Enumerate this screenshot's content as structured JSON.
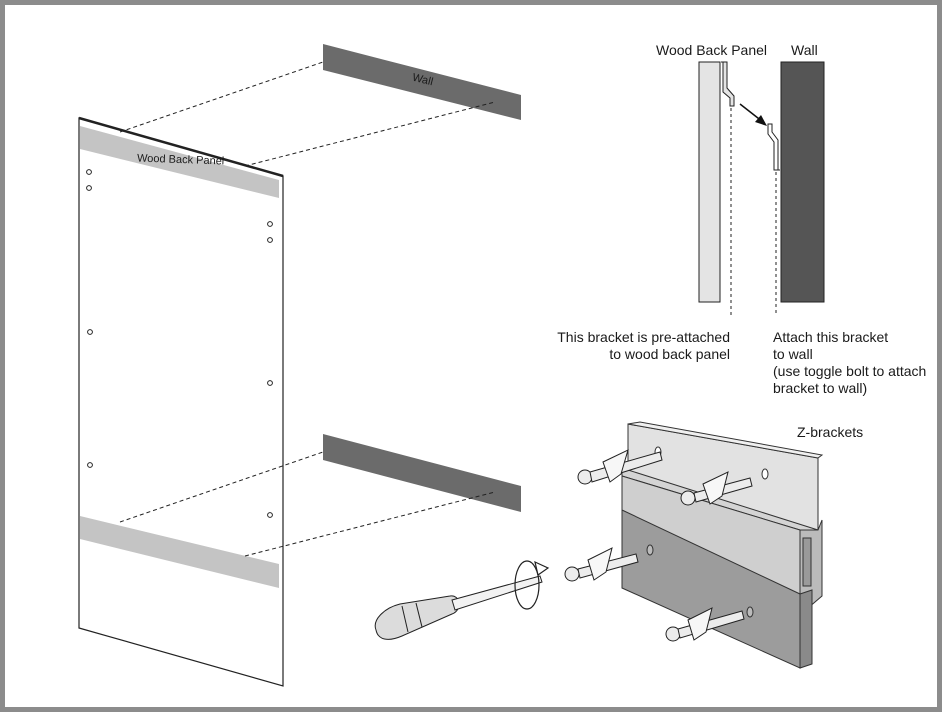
{
  "labels": {
    "wall_strip": "Wall",
    "wood_back_panel_strip": "Wood Back Panel",
    "detail_wood_back_panel": "Wood Back Panel",
    "detail_wall": "Wall",
    "pre_attached_line1": "This bracket is pre-attached",
    "pre_attached_line2": "to wood back panel",
    "attach_line1": "Attach this bracket",
    "attach_line2": "to wall",
    "attach_line3": "(use toggle bolt to attach",
    "attach_line4": "bracket to wall)",
    "z_brackets": "Z-brackets"
  },
  "colors": {
    "frame": "#8c8c8c",
    "wall_strip": "#6b6b6b",
    "panel_strip": "#c4c4c4",
    "wall_block": "#555555",
    "panel_block": "#e4e4e4"
  }
}
